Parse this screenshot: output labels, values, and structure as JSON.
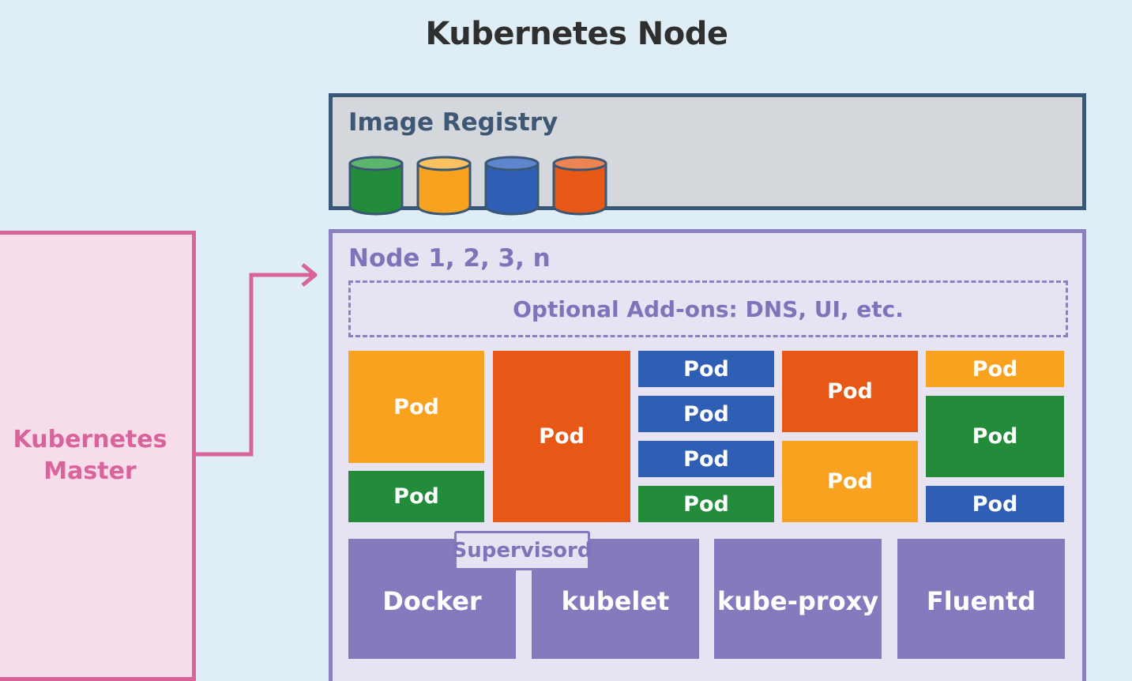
{
  "title": "Kubernetes Node",
  "registry": {
    "label": "Image Registry",
    "images": [
      {
        "name": "image-green",
        "color": "#228c3b"
      },
      {
        "name": "image-orange",
        "color": "#f9a21f"
      },
      {
        "name": "image-blue",
        "color": "#2f5fb4"
      },
      {
        "name": "image-red",
        "color": "#e75715"
      }
    ]
  },
  "master": {
    "line1": "Kubernetes",
    "line2": "Master"
  },
  "node": {
    "label": "Node 1, 2, 3, n",
    "addons": "Optional Add-ons: DNS, UI, etc.",
    "pod_label": "Pod",
    "components": {
      "docker": "Docker",
      "kubelet": "kubelet",
      "kube_proxy": "kube-proxy",
      "fluentd": "Fluentd",
      "supervisord": "Supervisord"
    }
  },
  "colors": {
    "orange": "#f9a21f",
    "red": "#e75715",
    "blue": "#2f5fb4",
    "green": "#228c3b",
    "component": "#8679bd",
    "master_accent": "#d9649b",
    "node_border": "#8b80c2",
    "registry_border": "#3a5775"
  }
}
